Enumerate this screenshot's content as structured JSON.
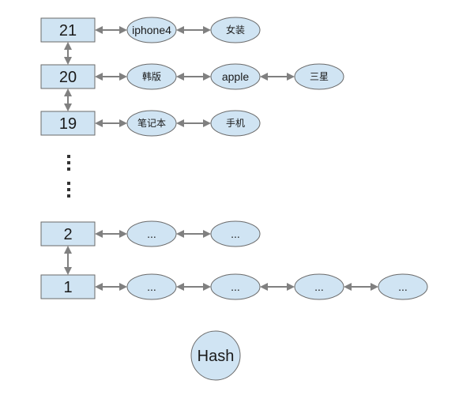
{
  "buckets": [
    {
      "label": "21",
      "nodes": [
        "iphone4",
        "女装"
      ]
    },
    {
      "label": "20",
      "nodes": [
        "韩版",
        "apple",
        "三星"
      ]
    },
    {
      "label": "19",
      "nodes": [
        "笔记本",
        "手机"
      ]
    },
    {
      "label": "2",
      "nodes": [
        "...",
        "..."
      ]
    },
    {
      "label": "1",
      "nodes": [
        "...",
        "...",
        "...",
        "..."
      ]
    }
  ],
  "vertical_ellipsis": "⋮ ⋮",
  "hash_label": "Hash",
  "colors": {
    "fill": "#d0e4f3",
    "stroke": "#6a6a6a",
    "arrow": "#808080"
  }
}
